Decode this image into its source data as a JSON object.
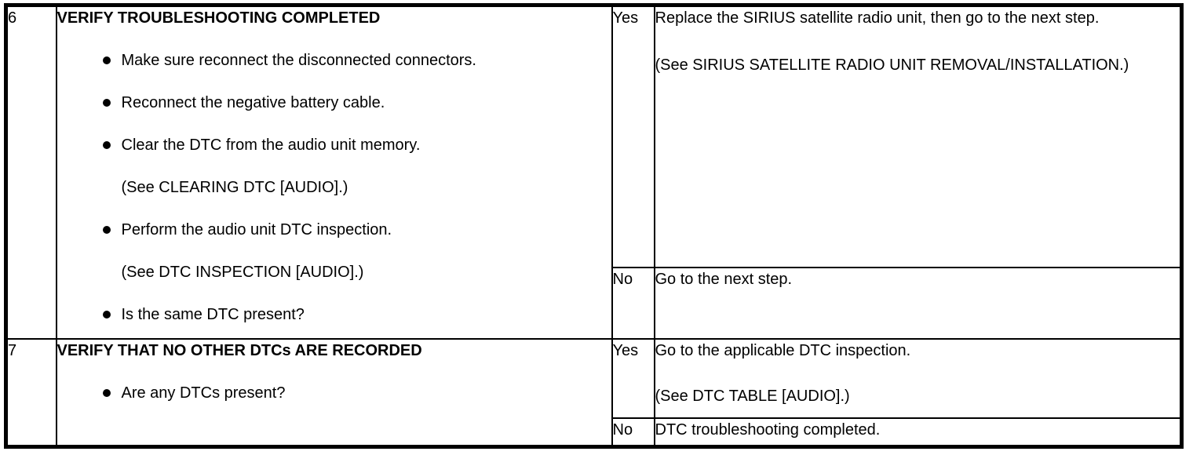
{
  "colors": {
    "ink": "#000000",
    "paper": "#ffffff"
  },
  "table": {
    "kind": "dtc-troubleshooting-table",
    "columns": [
      "step",
      "inspection",
      "result",
      "action"
    ]
  },
  "steps": [
    {
      "number": "6",
      "title": "VERIFY TROUBLESHOOTING COMPLETED",
      "items": [
        {
          "bullet": true,
          "text": "Make sure reconnect the disconnected connectors."
        },
        {
          "bullet": true,
          "text": "Reconnect the negative battery cable."
        },
        {
          "bullet": true,
          "text": "Clear the DTC from the audio unit memory."
        },
        {
          "bullet": false,
          "text": "(See CLEARING DTC [AUDIO].)"
        },
        {
          "bullet": true,
          "text": "Perform the audio unit DTC inspection."
        },
        {
          "bullet": false,
          "text": "(See DTC INSPECTION [AUDIO].)"
        },
        {
          "bullet": true,
          "text": "Is the same DTC present?"
        }
      ],
      "yes": {
        "label": "Yes",
        "paragraphs": [
          "Replace the SIRIUS satellite radio unit, then go to the next step.",
          "(See SIRIUS SATELLITE RADIO UNIT REMOVAL/INSTALLATION.)"
        ]
      },
      "no": {
        "label": "No",
        "paragraphs": [
          "Go to the next step."
        ]
      }
    },
    {
      "number": "7",
      "title": "VERIFY THAT NO OTHER DTCs ARE RECORDED",
      "items": [
        {
          "bullet": true,
          "text": "Are any DTCs present?"
        }
      ],
      "yes": {
        "label": "Yes",
        "paragraphs": [
          "Go to the applicable DTC inspection.",
          "(See DTC TABLE [AUDIO].)"
        ]
      },
      "no": {
        "label": "No",
        "paragraphs": [
          "DTC troubleshooting completed."
        ]
      }
    }
  ]
}
